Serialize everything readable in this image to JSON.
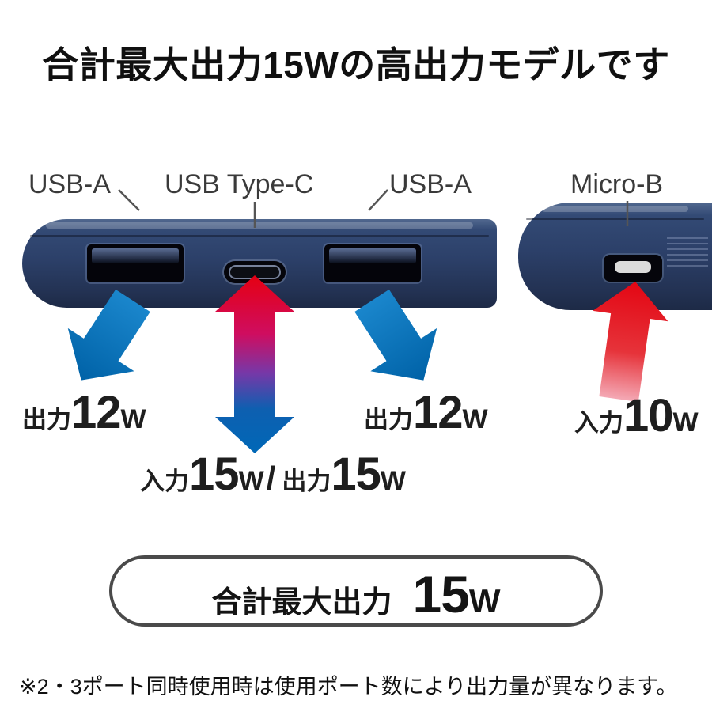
{
  "heading": "合計最大出力15Wの高出力モデルです",
  "port_labels": {
    "usb_a_left": "USB-A",
    "usb_type_c": "USB Type-C",
    "usb_a_right": "USB-A",
    "micro_b": "Micro-B"
  },
  "flows": {
    "left_output": {
      "label": "出力",
      "value": "12",
      "unit": "W"
    },
    "center_input": {
      "label": "入力",
      "value": "15",
      "unit": "W"
    },
    "center_separator": "/",
    "center_output": {
      "label": "出力",
      "value": "15",
      "unit": "W"
    },
    "right_output": {
      "label": "出力",
      "value": "12",
      "unit": "W"
    },
    "micro_input": {
      "label": "入力",
      "value": "10",
      "unit": "W"
    }
  },
  "total": {
    "label": "合計最大出力",
    "value": "15",
    "unit": "W"
  },
  "footnote": "※2・3ポート同時使用時は使用ポート数により出力量が異なります。",
  "colors": {
    "body_navy": "#2c4166",
    "arrow_blue": "#0071bc",
    "arrow_red": "#e60012",
    "text_dark": "#1c1c1c",
    "pill_border": "#4a4a4a"
  }
}
